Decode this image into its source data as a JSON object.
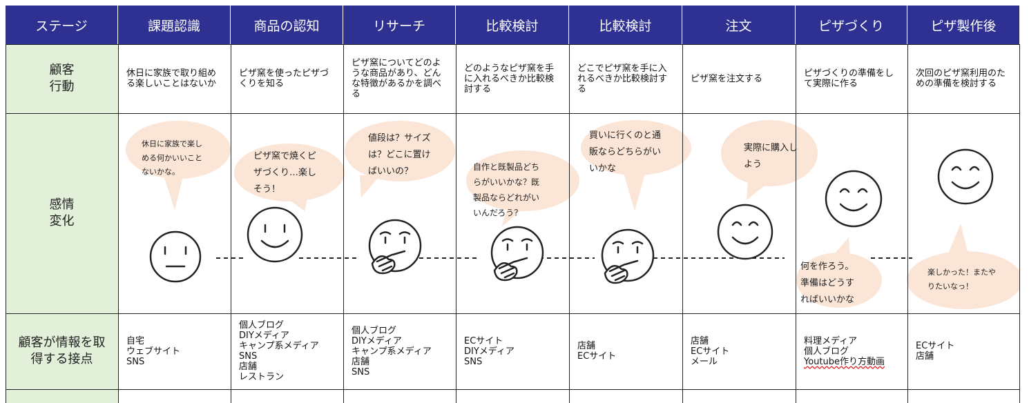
{
  "header": {
    "stage_label": "ステージ",
    "stages": [
      "課題認識",
      "商品の認知",
      "リサーチ",
      "比較検討",
      "比較検討",
      "注文",
      "ピザづくり",
      "ピザ製作後"
    ]
  },
  "rows": {
    "behavior": {
      "label": "顧客\n行動",
      "cells": [
        "休日に家族で取り組める楽しいことはないか",
        "ピザ窯を使ったピザづくりを知る",
        "ピザ窯についてどのような商品があり、どんな特徴があるかを調べる",
        "どのようなピザ窯を手に入れるべきか比較検討する",
        "どこでピザ窯を手に入れるべきか比較検討する",
        "ピザ窯を注文する",
        "ピザづくりの準備をして実際に作る",
        "次回のピザ窯利用のための準備を検討する"
      ]
    },
    "emotion": {
      "label": "感情\n変化",
      "bubbles": [
        [
          "休日に家族で楽し",
          "める何かいいこと",
          "ないかな。"
        ],
        [
          "ピザ窯で焼くピ",
          "ザづくり…楽し",
          "そう！"
        ],
        [
          "値段は？サイズ",
          "は？どこに置け",
          "ばいいの？"
        ],
        [
          "自作と既製品どち",
          "らがいいかな？既",
          "製品ならどれがい",
          "いんだろう？"
        ],
        [
          "買いに行くのと通",
          "販ならどちらがい",
          "いかな"
        ],
        [
          "実際に購入し",
          "よう"
        ],
        [
          "何を作ろう。",
          "準備はどうす",
          "ればいいかな"
        ],
        [
          "楽しかった！またや",
          "りたいなっ！"
        ]
      ],
      "faces": [
        "neutral-face-icon",
        "smile-face-icon",
        "thinking-face-icon",
        "thinking-face-icon",
        "thinking-face-icon",
        "smile-face-icon",
        "happy-face-icon",
        "happy-face-icon"
      ]
    },
    "touchpoints": {
      "label": "顧客が情報を取\n得する接点",
      "cells": [
        [
          "自宅",
          "ウェブサイト",
          "SNS"
        ],
        [
          "個人ブログ",
          "DIYメディア",
          "キャンプ系メディア",
          "SNS",
          "店舗",
          "レストラン"
        ],
        [
          "個人ブログ",
          "DIYメディア",
          "キャンプ系メディア",
          "店舗",
          "SNS"
        ],
        [
          "ECサイト",
          "DIYメディア",
          "SNS"
        ],
        [
          "店舗",
          "ECサイト"
        ],
        [
          "店舗",
          "ECサイト",
          "メール"
        ],
        [
          "料理メディア",
          "個人ブログ",
          "Youtube作り方動画"
        ],
        [
          "ECサイト",
          "店舗"
        ]
      ]
    }
  },
  "colors": {
    "header_bg": "#2e3192",
    "label_bg": "#e2efd9",
    "bubble": "#fbe5d6"
  }
}
